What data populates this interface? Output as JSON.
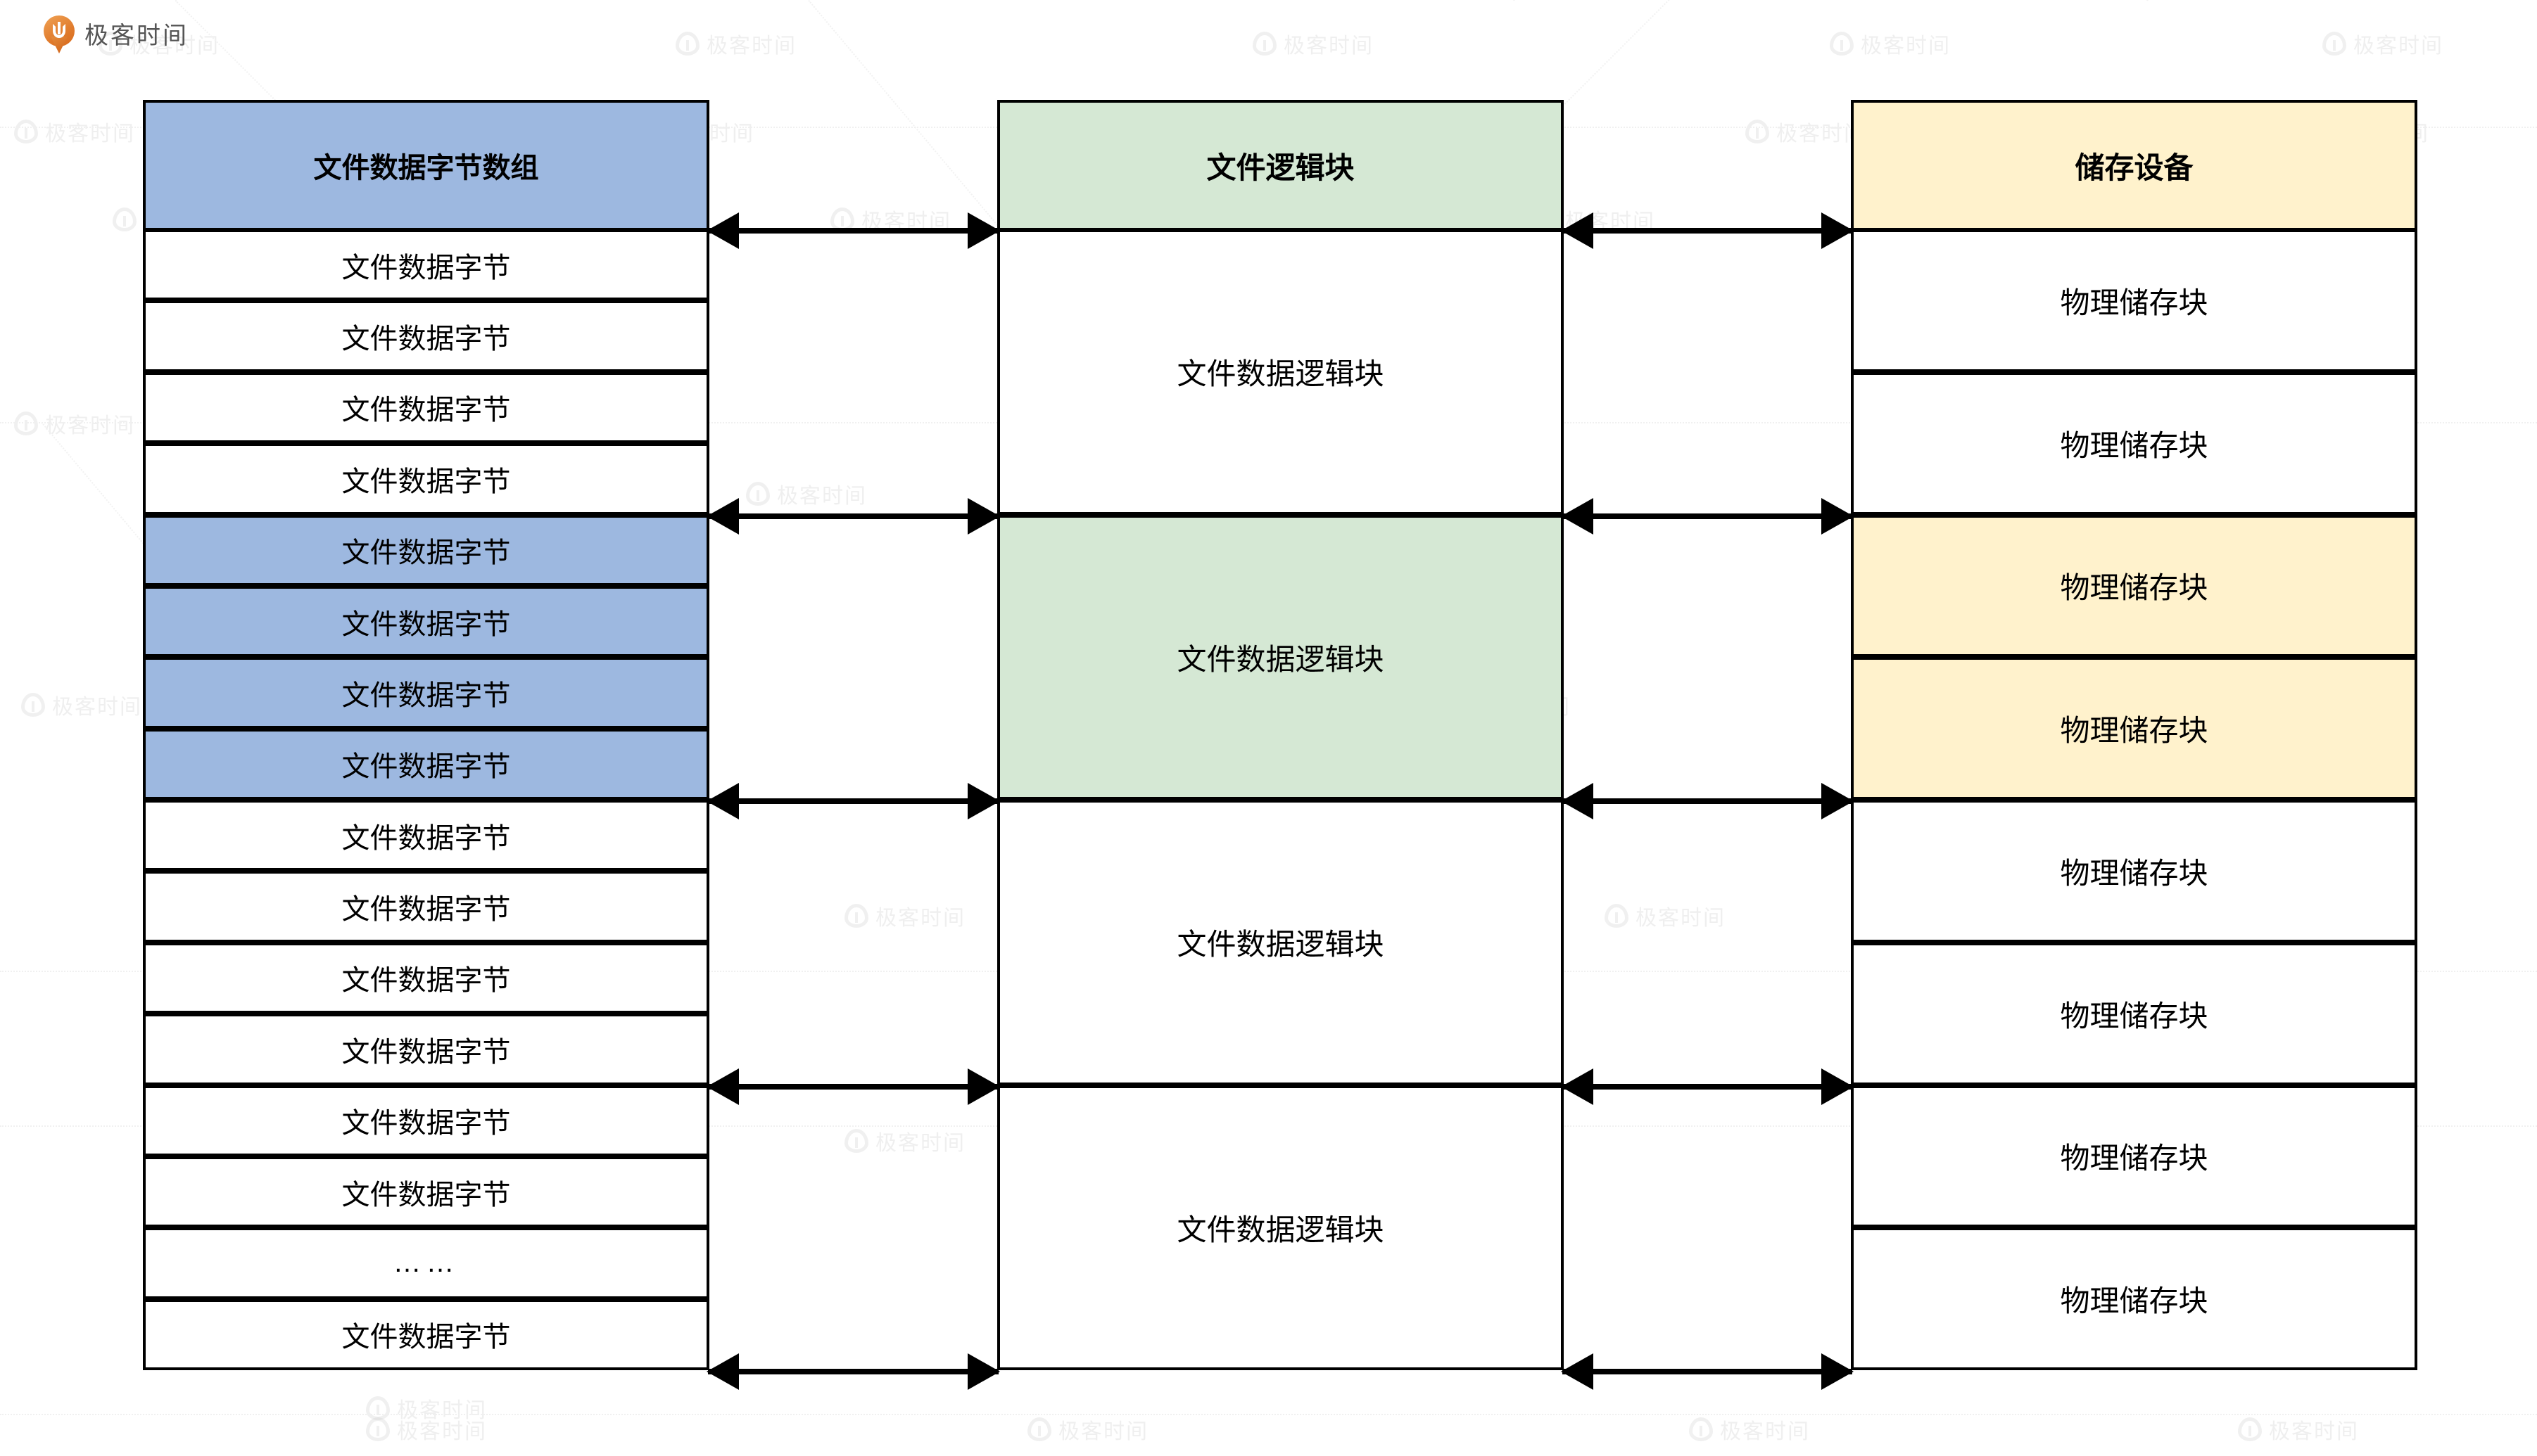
{
  "brand": {
    "logo_icon": "geektime-logo-icon",
    "name": "极客时间"
  },
  "watermark": {
    "text": "极客时间",
    "icon": "geektime-watermark-icon"
  },
  "diagram": {
    "title_row_label": "columns",
    "columns": [
      {
        "id": "file-data-byte-array",
        "header": "文件数据字节数组",
        "header_color": "#9DB8E0",
        "highlight_color": "#9DB8E0",
        "cells": [
          {
            "label": "文件数据字节",
            "highlighted": false
          },
          {
            "label": "文件数据字节",
            "highlighted": false
          },
          {
            "label": "文件数据字节",
            "highlighted": false
          },
          {
            "label": "文件数据字节",
            "highlighted": false
          },
          {
            "label": "文件数据字节",
            "highlighted": true
          },
          {
            "label": "文件数据字节",
            "highlighted": true
          },
          {
            "label": "文件数据字节",
            "highlighted": true
          },
          {
            "label": "文件数据字节",
            "highlighted": true
          },
          {
            "label": "文件数据字节",
            "highlighted": false
          },
          {
            "label": "文件数据字节",
            "highlighted": false
          },
          {
            "label": "文件数据字节",
            "highlighted": false
          },
          {
            "label": "文件数据字节",
            "highlighted": false
          },
          {
            "label": "文件数据字节",
            "highlighted": false
          },
          {
            "label": "文件数据字节",
            "highlighted": false
          },
          {
            "label": "……",
            "highlighted": false,
            "is_ellipsis": true
          },
          {
            "label": "文件数据字节",
            "highlighted": false
          }
        ]
      },
      {
        "id": "file-logical-block",
        "header": "文件逻辑块",
        "header_color": "#D5E8D4",
        "highlight_color": "#D5E8D4",
        "cells": [
          {
            "label": "文件数据逻辑块",
            "highlighted": false
          },
          {
            "label": "文件数据逻辑块",
            "highlighted": true
          },
          {
            "label": "文件数据逻辑块",
            "highlighted": false
          },
          {
            "label": "文件数据逻辑块",
            "highlighted": false
          }
        ]
      },
      {
        "id": "storage-device",
        "header": "储存设备",
        "header_color": "#FFF2CC",
        "highlight_color": "#FFF2CC",
        "cells": [
          {
            "label": "物理储存块",
            "highlighted": false
          },
          {
            "label": "物理储存块",
            "highlighted": false
          },
          {
            "label": "物理储存块",
            "highlighted": true
          },
          {
            "label": "物理储存块",
            "highlighted": true
          },
          {
            "label": "物理储存块",
            "highlighted": false
          },
          {
            "label": "物理储存块",
            "highlighted": false
          },
          {
            "label": "物理储存块",
            "highlighted": false
          },
          {
            "label": "物理储存块",
            "highlighted": false
          }
        ]
      }
    ],
    "connector_rows": 5,
    "connector_style": "double-headed-arrow"
  }
}
